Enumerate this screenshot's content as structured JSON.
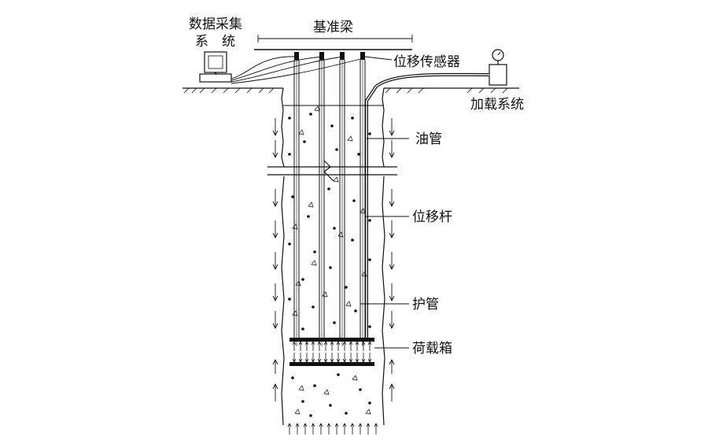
{
  "labels": {
    "data_acquisition_line1": "数据采集",
    "data_acquisition_line2": "系　统",
    "reference_beam": "基准梁",
    "displacement_sensor": "位移传感器",
    "loading_system": "加载系统",
    "oil_pipe": "油管",
    "displacement_rod": "位移杆",
    "protective_pipe": "护管",
    "load_box": "荷载箱"
  },
  "colors": {
    "line": "#111111",
    "background": "#ffffff"
  }
}
